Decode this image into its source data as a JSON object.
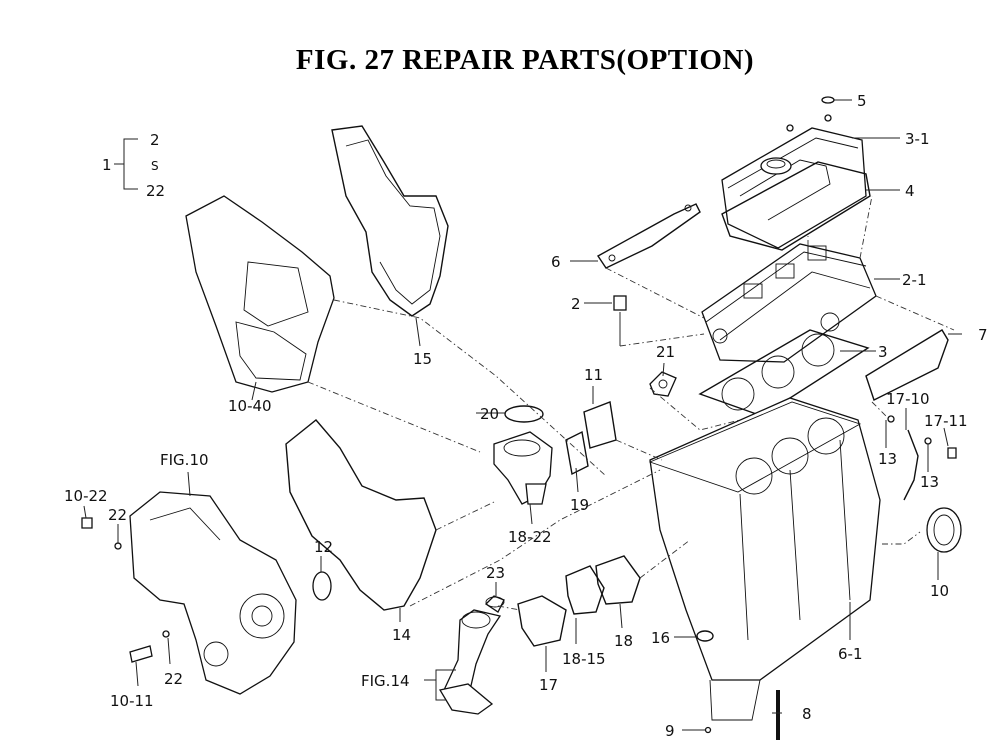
{
  "title": "FIG. 27  REPAIR PARTS(OPTION)",
  "labels": {
    "l1": "1",
    "l2_top": "2",
    "tilde": "S",
    "l22_top": "22",
    "l5": "5",
    "l3_1": "3-1",
    "l4": "4",
    "l6": "6",
    "l2_1": "2-1",
    "l2": "2",
    "l7": "7",
    "l3": "3",
    "l21": "21",
    "l11": "11",
    "l17_10": "17-10",
    "l17_11": "17-11",
    "l13a": "13",
    "l13b": "13",
    "l20": "20",
    "l19": "19",
    "l18_22": "18-22",
    "l15": "15",
    "l10_40": "10-40",
    "fig10": "FIG.10",
    "l10_22": "10-22",
    "l22a": "22",
    "l12": "12",
    "l10": "10",
    "l23": "23",
    "l18_15": "18-15",
    "l18": "18",
    "l16": "16",
    "l6_1": "6-1",
    "l14": "14",
    "l10_11": "10-11",
    "l22b": "22",
    "fig14": "FIG.14",
    "l17": "17",
    "l9": "9",
    "l8": "8"
  }
}
